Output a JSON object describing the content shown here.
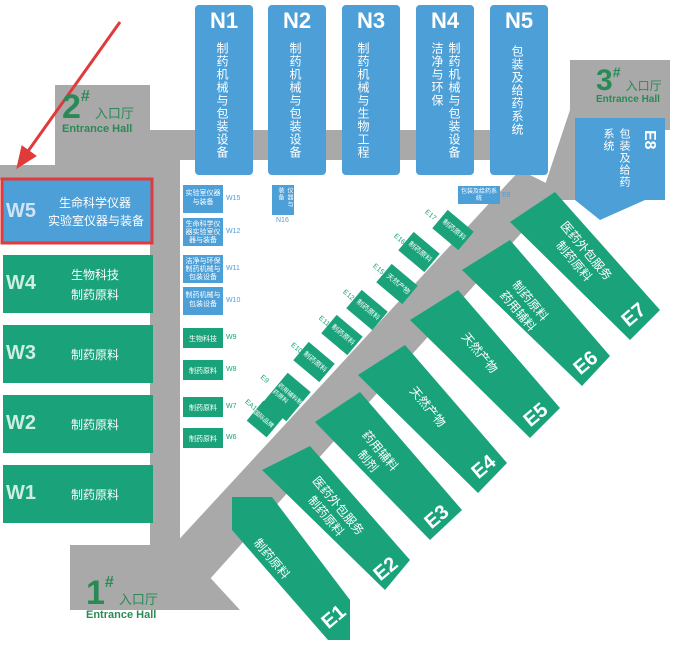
{
  "colors": {
    "blue": "#4d9fd8",
    "green": "#1aa37a",
    "gray": "#a9a9a9",
    "code": "#ffffff",
    "hall_text": "#2a8a55",
    "arrow": "#e03a3a",
    "highlight": "#e23a3a"
  },
  "halls_north": [
    {
      "code": "N1",
      "label": "制药机械与包装设备"
    },
    {
      "code": "N2",
      "label": "制药机械与包装设备"
    },
    {
      "code": "N3",
      "label": "制药机械与生物工程"
    },
    {
      "code": "N4",
      "label": "制药机械与包装设备洁净与环保"
    },
    {
      "code": "N5",
      "label": "包装及给药系统"
    }
  ],
  "hall_e8": {
    "code": "E8",
    "label": "包装及给药系统"
  },
  "halls_west": [
    {
      "code": "W5",
      "label_line1": "生命科学仪器",
      "label_line2": "实验室仪器与装备"
    },
    {
      "code": "W4",
      "label_line1": "生物科技",
      "label_line2": "制药原料"
    },
    {
      "code": "W3",
      "label_line1": "制药原料",
      "label_line2": ""
    },
    {
      "code": "W2",
      "label_line1": "制药原料",
      "label_line2": ""
    },
    {
      "code": "W1",
      "label_line1": "制药原料",
      "label_line2": ""
    }
  ],
  "halls_east": [
    {
      "code": "E1",
      "label": "制药原料"
    },
    {
      "code": "E2",
      "label": "医药外包服务 制药原料"
    },
    {
      "code": "E3",
      "label": "药用辅料 制剂"
    },
    {
      "code": "E4",
      "label": "天然产物"
    },
    {
      "code": "E5",
      "label": "天然产物"
    },
    {
      "code": "E6",
      "label": "制药原料 药用辅料"
    },
    {
      "code": "E7",
      "label": "医药外包服务 制药原料"
    }
  ],
  "small_halls_w": [
    {
      "code": "W15",
      "label": "实验室仪器与装备"
    },
    {
      "code": "W12",
      "label": "生命科学仪器实验室仪器与装备"
    },
    {
      "code": "W11",
      "label": "洁净与环保制药机械与包装设备"
    },
    {
      "code": "W10",
      "label": "制药机械与包装设备"
    },
    {
      "code": "W9",
      "label": "生物科技"
    },
    {
      "code": "W8",
      "label": "制药原料"
    },
    {
      "code": "W7",
      "label": "制药原料"
    },
    {
      "code": "W6",
      "label": "制药原料"
    }
  ],
  "small_halls_e": [
    {
      "code": "E17",
      "label": "制药原料"
    },
    {
      "code": "E16",
      "label": "制药原料"
    },
    {
      "code": "E15",
      "label": "天然产物"
    },
    {
      "code": "E12",
      "label": "制药原料"
    },
    {
      "code": "E11",
      "label": "制药原料"
    },
    {
      "code": "E10",
      "label": "制药原料"
    },
    {
      "code": "E9",
      "label": "药用辅料制药原料"
    },
    {
      "code": "EA1",
      "label": "国际品牌"
    }
  ],
  "small_hall_n": {
    "code": "N16",
    "label": "实验室仪器与装备"
  },
  "small_hall_n5": {
    "code": "E6",
    "label": "包装及给药系统"
  },
  "entrances": [
    {
      "num": "1",
      "mark": "#",
      "cn": "入口厅",
      "en": "Entrance Hall"
    },
    {
      "num": "2",
      "mark": "#",
      "cn": "入口厅",
      "en": "Entrance Hall"
    },
    {
      "num": "3",
      "mark": "#",
      "cn": "入口厅",
      "en": "Entrance Hall"
    }
  ]
}
